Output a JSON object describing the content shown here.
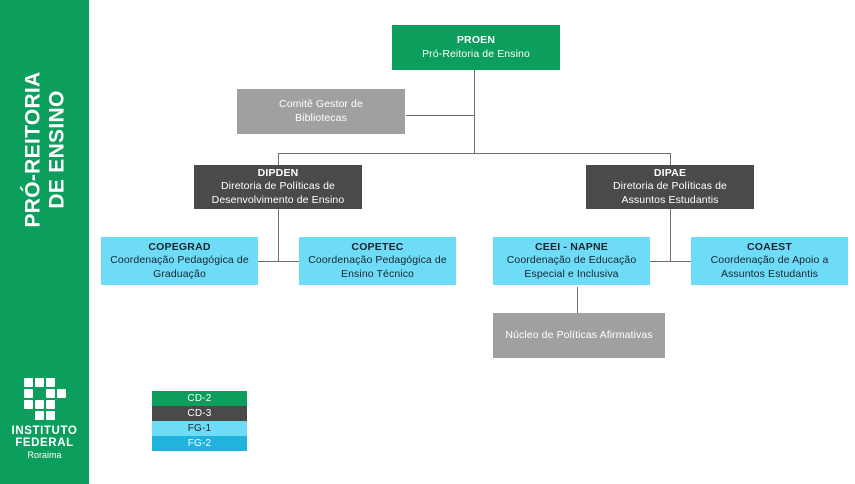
{
  "sidebar": {
    "title": "PRÓ-REITORIA\nDE ENSINO",
    "logo": {
      "institute_line1": "INSTITUTO",
      "institute_line2": "FEDERAL",
      "campus": "Roraima"
    }
  },
  "colors": {
    "cd2_green": "#0b9e5d",
    "cd3_dark_gray": "#4a4a4a",
    "fg1_light_blue": "#6fdcf7",
    "fg2_blue": "#21b2dd",
    "committee_gray": "#a0a0a0",
    "connector_gray": "#6f6f6f",
    "background": "#ffffff"
  },
  "chart_data": {
    "type": "diagram",
    "title": "Organograma Pró-Reitoria de Ensino",
    "nodes": [
      {
        "id": "proen",
        "title": "PROEN",
        "subtitle": "Pró-Reitoria de Ensino",
        "level": "CD-2",
        "color": "#0b9e5d"
      },
      {
        "id": "comite",
        "title": "",
        "subtitle": "Comitê Gestor de\nBibliotecas",
        "level": "",
        "color": "#a0a0a0"
      },
      {
        "id": "dipden",
        "title": "DIPDEN",
        "subtitle": "Diretoria de Políticas de\nDesenvolvimento de Ensino",
        "level": "CD-3",
        "color": "#4a4a4a"
      },
      {
        "id": "dipae",
        "title": "DIPAE",
        "subtitle": "Diretoria de Políticas de\nAssuntos Estudantis",
        "level": "CD-3",
        "color": "#4a4a4a"
      },
      {
        "id": "copegrad",
        "title": "COPEGRAD",
        "subtitle": "Coordenação Pedagógica de\nGraduação",
        "level": "FG-1",
        "color": "#6fdcf7"
      },
      {
        "id": "copetec",
        "title": "COPETEC",
        "subtitle": "Coordenação Pedagógica de\nEnsino Técnico",
        "level": "FG-1",
        "color": "#6fdcf7"
      },
      {
        "id": "ceei",
        "title": "CEEI - NAPNE",
        "subtitle": "Coordenação de Educação\nEspecial e Inclusiva",
        "level": "FG-1",
        "color": "#6fdcf7"
      },
      {
        "id": "coaest",
        "title": "COAEST",
        "subtitle": "Coordenação de Apoio a\nAssuntos Estudantis",
        "level": "FG-1",
        "color": "#6fdcf7"
      },
      {
        "id": "nucleo",
        "title": "",
        "subtitle": "Núcleo de Políticas Afirmativas",
        "level": "",
        "color": "#a0a0a0"
      }
    ],
    "edges": [
      {
        "from": "proen",
        "to": "comite"
      },
      {
        "from": "proen",
        "to": "dipden"
      },
      {
        "from": "proen",
        "to": "dipae"
      },
      {
        "from": "dipden",
        "to": "copegrad"
      },
      {
        "from": "dipden",
        "to": "copetec"
      },
      {
        "from": "dipae",
        "to": "ceei"
      },
      {
        "from": "dipae",
        "to": "coaest"
      },
      {
        "from": "ceei",
        "to": "nucleo"
      }
    ]
  },
  "legend": {
    "rows": [
      {
        "label": "CD-2",
        "color": "#0b9e5d"
      },
      {
        "label": "CD-3",
        "color": "#4a4a4a"
      },
      {
        "label": "FG-1",
        "color": "#6fdcf7"
      },
      {
        "label": "FG-2",
        "color": "#21b2dd"
      }
    ]
  }
}
